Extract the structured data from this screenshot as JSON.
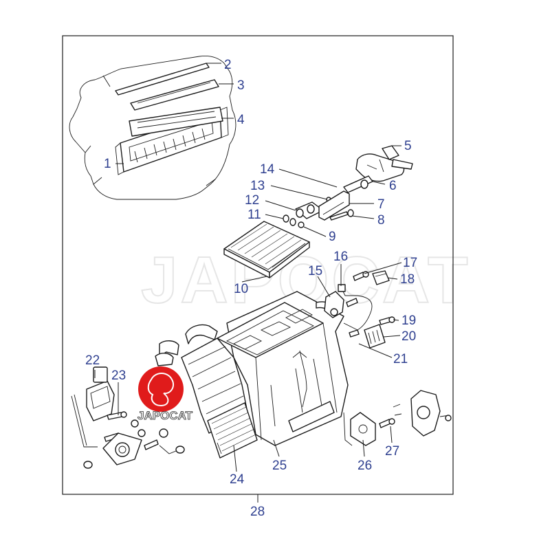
{
  "watermark": "JAPOCAT",
  "logo_text": "JAPOCAT",
  "frame": {
    "label": "28"
  },
  "callouts": [
    {
      "id": "c1",
      "label": "1"
    },
    {
      "id": "c2",
      "label": "2"
    },
    {
      "id": "c3",
      "label": "3"
    },
    {
      "id": "c4",
      "label": "4"
    },
    {
      "id": "c5",
      "label": "5"
    },
    {
      "id": "c6",
      "label": "6"
    },
    {
      "id": "c7",
      "label": "7"
    },
    {
      "id": "c8",
      "label": "8"
    },
    {
      "id": "c9",
      "label": "9"
    },
    {
      "id": "c10",
      "label": "10"
    },
    {
      "id": "c11",
      "label": "11"
    },
    {
      "id": "c12",
      "label": "12"
    },
    {
      "id": "c13",
      "label": "13"
    },
    {
      "id": "c14",
      "label": "14"
    },
    {
      "id": "c15",
      "label": "15"
    },
    {
      "id": "c16",
      "label": "16"
    },
    {
      "id": "c17",
      "label": "17"
    },
    {
      "id": "c18",
      "label": "18"
    },
    {
      "id": "c19",
      "label": "19"
    },
    {
      "id": "c20",
      "label": "20"
    },
    {
      "id": "c21",
      "label": "21"
    },
    {
      "id": "c22",
      "label": "22"
    },
    {
      "id": "c23",
      "label": "23"
    },
    {
      "id": "c24",
      "label": "24"
    },
    {
      "id": "c25",
      "label": "25"
    },
    {
      "id": "c26",
      "label": "26"
    },
    {
      "id": "c27",
      "label": "27"
    }
  ],
  "colors": {
    "callout": "#2e3f8f",
    "logo": "#e01b1b",
    "line": "#1a1a1a",
    "watermark": "#e6e6e6"
  }
}
